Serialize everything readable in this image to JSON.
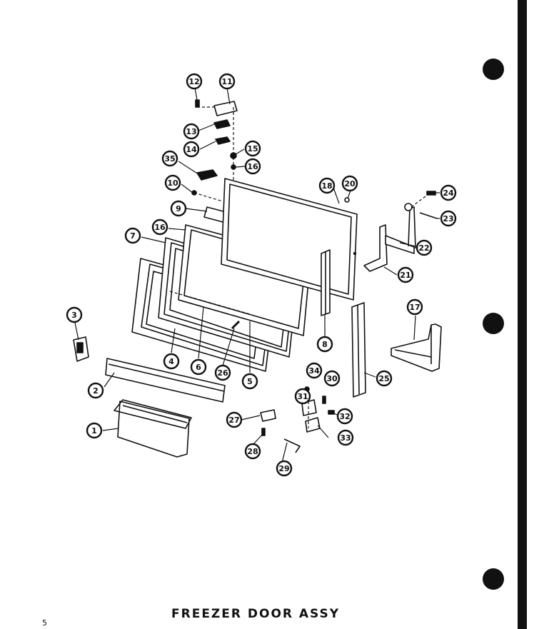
{
  "title": "FREEZER DOOR ASSY",
  "page_number": "5",
  "callouts": [
    "12",
    "11",
    "13",
    "14",
    "35",
    "15",
    "16",
    "10",
    "18",
    "20",
    "24",
    "23",
    "9",
    "16",
    "7",
    "22",
    "21",
    "3",
    "17",
    "8",
    "25",
    "4",
    "6",
    "26",
    "5",
    "2",
    "34",
    "30",
    "31",
    "32",
    "27",
    "33",
    "1",
    "28",
    "29"
  ]
}
